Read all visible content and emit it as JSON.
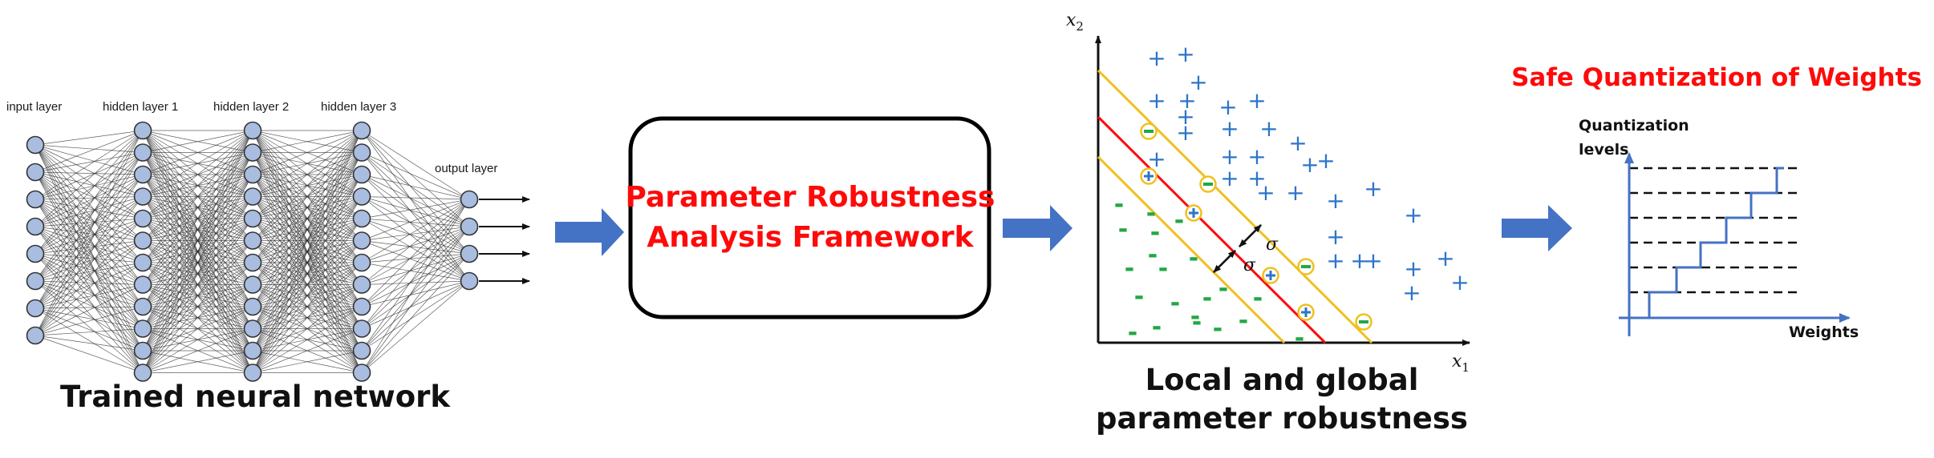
{
  "network": {
    "layer_labels": [
      "input layer",
      "hidden layer 1",
      "hidden layer 2",
      "hidden layer 3",
      "output layer"
    ],
    "caption": "Trained neural network"
  },
  "framework": {
    "line1": "Parameter Robustness",
    "line2": "Analysis Framework"
  },
  "robustness": {
    "x_axis": "x",
    "x_sub": "1",
    "y_axis": "x",
    "y_sub": "2",
    "sigma": "σ",
    "plus": "+",
    "minus": "-",
    "caption_line1": "Local and global",
    "caption_line2": "parameter robustness"
  },
  "quantization": {
    "title": "Safe Quantization of Weights",
    "y_label_line1": "Quantization",
    "y_label_line2": "levels",
    "x_label": "Weights",
    "steps": 6
  },
  "colors": {
    "neuron_fill": "#a9bde0",
    "arrow": "#4472c4",
    "red": "#ff0a0a",
    "margin_line": "#f0c020",
    "plus": "#2e75c8",
    "minus": "#22a845",
    "step": "#4472c4"
  }
}
